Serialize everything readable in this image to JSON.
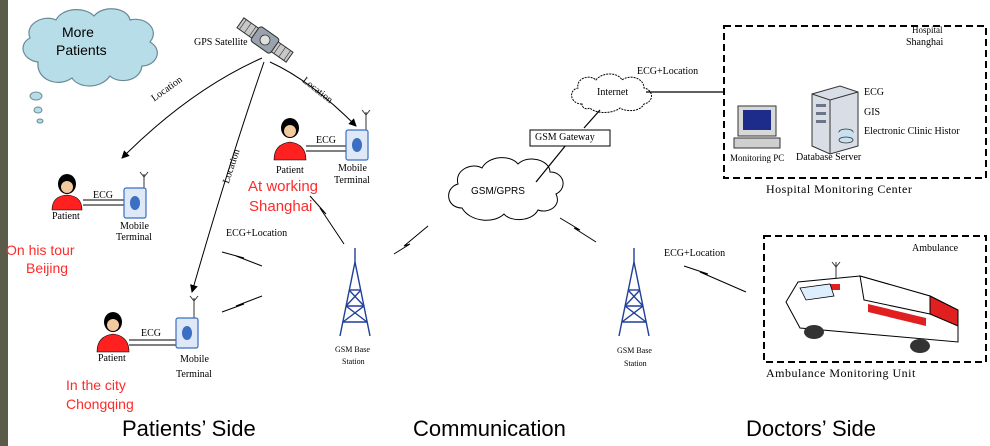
{
  "colors": {
    "left_bar": "#5b5b4a",
    "patient_shirt": "#ff2020",
    "location_text": "#ff2a2a",
    "cloud_fill": "#b7dee8",
    "terminal_blue": "#3a6fc4",
    "ambulance_red": "#e02020"
  },
  "satellite": {
    "label": "GPS Satellite",
    "icon": "satellite-icon"
  },
  "cloud": {
    "label_line1": "More",
    "label_line2": "Patients"
  },
  "patients": {
    "p1": {
      "patient": "Patient",
      "ecg": "ECG",
      "terminal_line1": "Mobile",
      "terminal_line2": "Terminal",
      "location_line1": "On his tour",
      "location_line2": "Beijing"
    },
    "p2": {
      "patient": "Patient",
      "ecg": "ECG",
      "terminal_line1": "Mobile",
      "terminal_line2": "Terminal",
      "location_line1": "At working",
      "location_line2": "Shanghai"
    },
    "p3": {
      "patient": "Patient",
      "ecg": "ECG",
      "terminal_line1": "Mobile",
      "terminal_line2": "Terminal",
      "location_line1": "In the city",
      "location_line2": "Chongqing"
    }
  },
  "links": {
    "location_1": "Location",
    "location_2": "Location",
    "location_3": "Location",
    "ecg_location_patients": "ECG+Location",
    "ecg_location_internet": "ECG+Location",
    "ecg_location_ambulance": "ECG+Location"
  },
  "network": {
    "gsm_gprs": "GSM/GPRS",
    "gsm_gateway": "GSM Gateway",
    "internet": "Internet",
    "base1_line1": "GSM Base",
    "base1_line2": "Station",
    "base2_line1": "GSM Base",
    "base2_line2": "Station"
  },
  "hospital": {
    "title_line1": "Hospital",
    "title_line2": "Shanghai",
    "monitoring_pc": "Monitoring PC",
    "database_server": "Database Server",
    "ecg": "ECG",
    "gis": "GIS",
    "emr": "Electronic Clinic Histor",
    "caption": "Hospital Monitoring Center"
  },
  "ambulance": {
    "title": "Ambulance",
    "caption": "Ambulance Monitoring Unit"
  },
  "sections": {
    "patients_side": "Patients’ Side",
    "communication": "Communication",
    "doctors_side": "Doctors’ Side"
  }
}
